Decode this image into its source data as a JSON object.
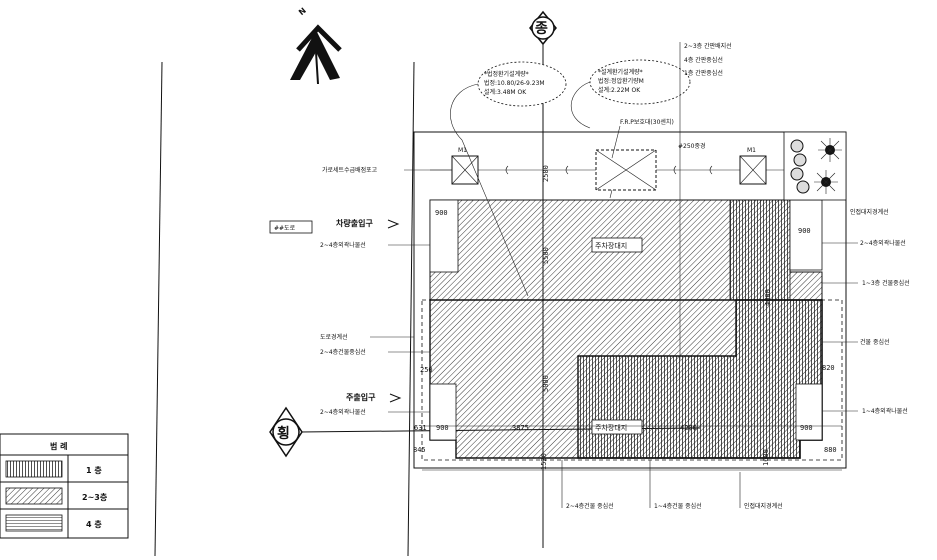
{
  "north_label": "N",
  "axis_labels": {
    "vertical": "종",
    "horizontal": "횡"
  },
  "note_bubbles": {
    "left": [
      "*법정환기설계량*",
      "법정:10.80/26-9.23M",
      "설계:3.48M OK"
    ],
    "right": [
      "*설계환기설계량*",
      "법정:정압환기량M",
      "설계:2.22M OK"
    ]
  },
  "top_right_labels": [
    "2~3층 간판배지선",
    "4층 간판중심선",
    "1층 간판중심선"
  ],
  "frp_label": "F.R.P보호대(30센치)",
  "pipe_label": "#250중경",
  "m1_left": "M1",
  "m1_right": "M1",
  "left_labels": {
    "gas_pipe": "가로세트수급배점포고",
    "badge": "##도로",
    "entrance_top": "차량출입구",
    "side_line_1": "2~4층외곽나물선",
    "border_line": "도로경계선",
    "center_line": "2~4층건물중심선",
    "entrance_bottom": "주출입구",
    "side_line_2": "2~4층외곽나물선"
  },
  "right_labels": {
    "boundary_top": "인접대지경계선",
    "side_line_1": "2~4층외곽나물선",
    "first_floor": "1~3층 건물중심선",
    "bldg_center": "건물 중심선",
    "side_line_2": "1~4층외곽나물선"
  },
  "bottom_labels": [
    "2~4층건물 중심선",
    "1~4층건물 중심선",
    "인접대지경계선"
  ],
  "room_labels": {
    "top": "주차장대지",
    "bottom": "주차장대지"
  },
  "dimensions": {
    "d900_tl": "900",
    "d900_tr": "900",
    "d900_bl": "900",
    "d900_br": "900",
    "d631": "631",
    "d845": "845",
    "d820": "820",
    "d250": "250",
    "d5500": "5500",
    "d2500": "2500",
    "d3875": "3875",
    "d5000": "5000",
    "d4200": "4200",
    "d4000": "4000",
    "d880": "880",
    "d1520": "1520",
    "d1600": "1600"
  },
  "legend": {
    "title": "범 례",
    "rows": [
      {
        "pattern": "vertical",
        "label": "1 층"
      },
      {
        "pattern": "diagonal",
        "label": "2~3층"
      },
      {
        "pattern": "horizontal",
        "label": "4 층"
      }
    ]
  }
}
